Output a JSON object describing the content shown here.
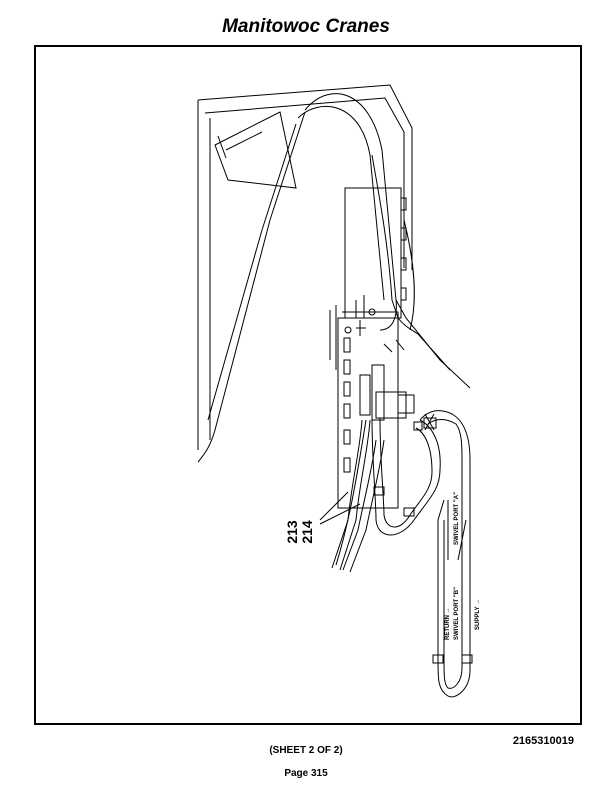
{
  "header": {
    "title": "Manitowoc Cranes"
  },
  "drawing": {
    "callouts": [
      "213",
      "214"
    ],
    "hose_labels": {
      "swivel_port_a": "SWIVEL PORT \"A\"",
      "swivel_port_b": "SWIVEL PORT \"B\"",
      "return": "RETURN →",
      "supply": "SUPPLY →"
    }
  },
  "footer": {
    "drawing_number": "2165310019",
    "sheet": "(SHEET 2 OF 2)",
    "page": "Page 315"
  }
}
